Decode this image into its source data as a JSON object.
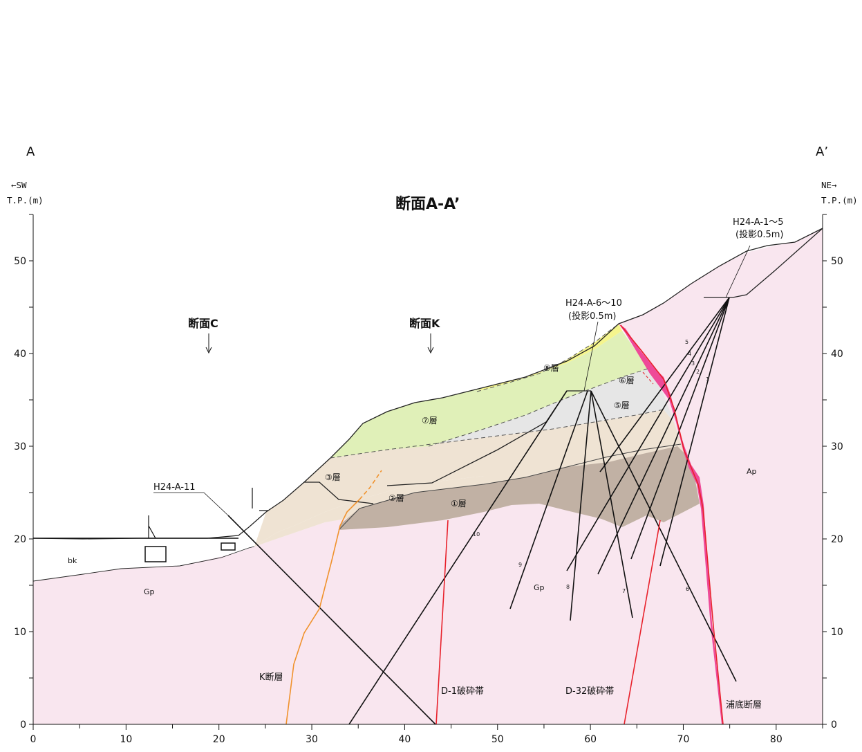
{
  "title": "断面A-A’",
  "left_end": {
    "label": "A",
    "direction": "←SW",
    "axis_unit": "T.P.(m)"
  },
  "right_end": {
    "label": "A’",
    "direction": "NE→",
    "axis_unit": "T.P.(m)"
  },
  "x_axis": {
    "min": 0,
    "max": 85,
    "ticks": [
      "0",
      "10",
      "20",
      "30",
      "40",
      "50",
      "60",
      "70",
      "80"
    ]
  },
  "y_axis": {
    "min": 0,
    "max": 55,
    "ticks": [
      "0",
      "10",
      "20",
      "30",
      "40",
      "50"
    ]
  },
  "sections": {
    "c": "断面C",
    "k": "断面K"
  },
  "boreholes": {
    "h1_5": {
      "label": "H24-A-1～5",
      "sub": "(投影0.5m)",
      "numbers": [
        "1",
        "2",
        "3",
        "4",
        "5"
      ]
    },
    "h6_10": {
      "label": "H24-A-6～10",
      "sub": "(投影0.5m)",
      "numbers": [
        "6",
        "7",
        "8",
        "9",
        "10"
      ]
    },
    "h11": {
      "label": "H24-A-11"
    }
  },
  "layers": {
    "l1": "①層",
    "l2": "②層",
    "l3": "③層",
    "l5": "⑤層",
    "l6": "⑥層",
    "l7": "⑦層",
    "l8": "⑧層"
  },
  "rocks": {
    "gp_left": "Gp",
    "gp_mid": "Gp",
    "ap": "Ap",
    "bk": "bk"
  },
  "faults": {
    "k": {
      "label": "K断層",
      "color": "#f0922c"
    },
    "d1": {
      "label": "D-1破砕帯",
      "color": "#e8212b"
    },
    "d32": {
      "label": "D-32破砕帯",
      "color": "#e8212b"
    },
    "urazoko": {
      "label": "浦底断層",
      "color": "#e8212b"
    }
  },
  "colors": {
    "bedrock": "#f9e6ef",
    "layer1": "#c1b1a4",
    "layer2": "#efe3d3",
    "layer5": "#e6e6e6",
    "layer7": "#e0f0b8",
    "layer8": "#f5f58d",
    "fault_zone": "#ee4a98"
  }
}
